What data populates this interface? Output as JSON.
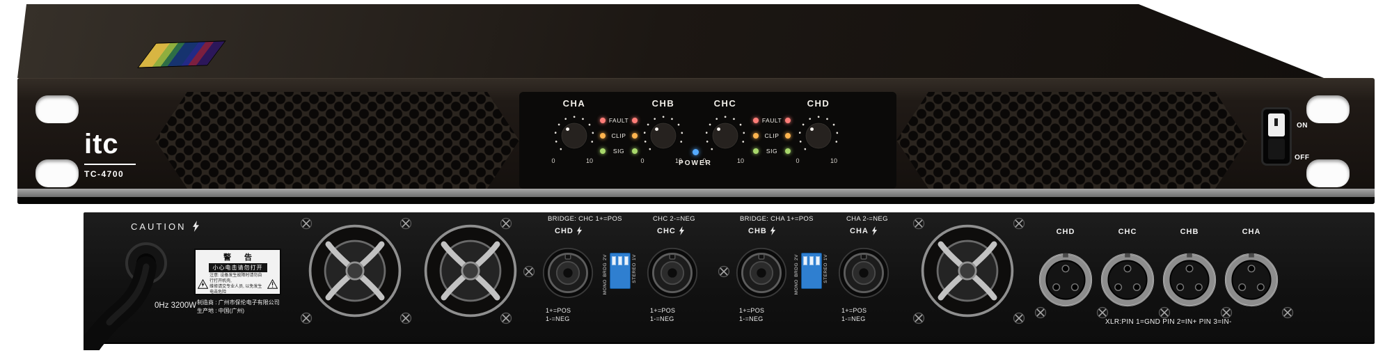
{
  "device": {
    "brand": "itc",
    "model": "TC-4700"
  },
  "front": {
    "channels": [
      "CHA",
      "CHB",
      "CHC",
      "CHD"
    ],
    "knob_min": "0",
    "knob_max": "10",
    "leds": [
      "FAULT",
      "CLIP",
      "SIG"
    ],
    "power_label": "POWER",
    "switch_on": "ON",
    "switch_off": "OFF"
  },
  "rear": {
    "caution": "CAUTION",
    "power_rating": "0Hz 3200W",
    "warning": {
      "title": "警 告",
      "strip": "小心电击请勿打开",
      "note1": "注意: 设备发生故障时请勿自行打开机壳,",
      "note2": "维修请交专业人员, 以免发生电击危险"
    },
    "maker": "制造商 : 广州市保伦电子有限公司",
    "origin": "生产地 : 中国(广州)",
    "bridge_left_a": "BRIDGE: CHC 1+=POS",
    "bridge_left_b": "CHC 2-=NEG",
    "bridge_right_a": "BRIDGE: CHA 1+=POS",
    "bridge_right_b": "CHA 2-=NEG",
    "speakon_channels": [
      "CHD",
      "CHC",
      "CHB",
      "CHA"
    ],
    "terminal_pos": "1+=POS",
    "terminal_neg": "1-=NEG",
    "dip": {
      "v2": "2V",
      "v1": "1V",
      "stereo": "STEREO",
      "brdg": "BRDG",
      "mono": "MONO"
    },
    "xlr_channels": [
      "CHD",
      "CHC",
      "CHB",
      "CHA"
    ],
    "xlr_note": "XLR:PIN 1=GND PIN 2=IN+ PIN 3=IN-"
  },
  "colors": {
    "led_fault": "#ff7d78",
    "led_clip": "#ffb44e",
    "led_sig": "#a8d86b",
    "led_power": "#55aaff"
  }
}
